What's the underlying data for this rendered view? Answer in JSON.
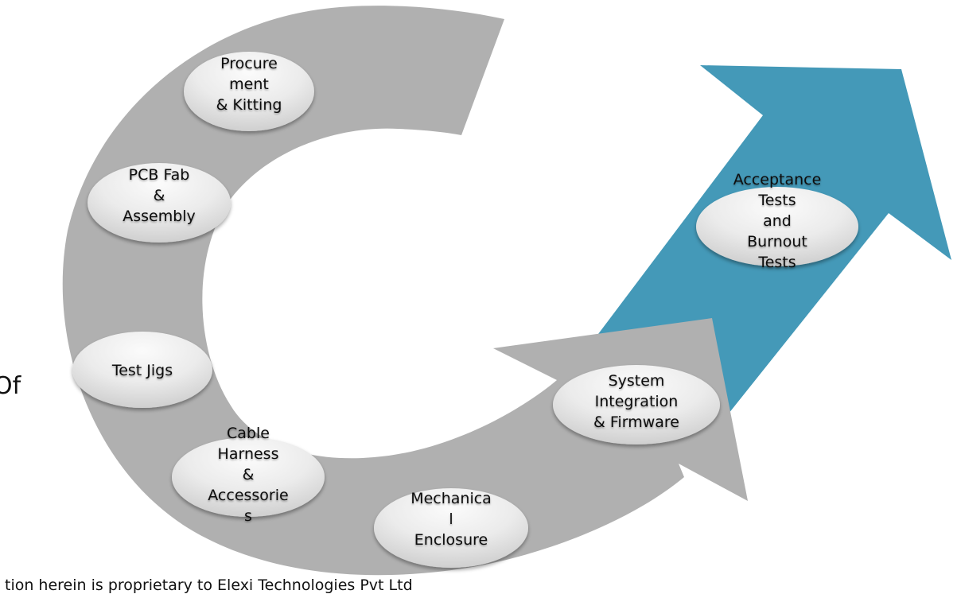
{
  "side_label": "Of",
  "footer": "tion herein is proprietary to Elexi Technologies Pvt Ltd",
  "colors": {
    "ring": "#b0b0b0",
    "growth_arrow": "#4499b8",
    "node_fill_light": "#f7f7f7",
    "node_fill_dark": "#d3d3d3",
    "text": "#111111"
  },
  "cycle_steps": [
    {
      "id": "procurement",
      "lines": [
        "Procure",
        "ment",
        "& Kitting"
      ]
    },
    {
      "id": "pcb",
      "lines": [
        "PCB Fab",
        "&",
        "Assembly"
      ]
    },
    {
      "id": "test-jigs",
      "lines": [
        "Test Jigs"
      ]
    },
    {
      "id": "cable-harness",
      "lines": [
        "Cable",
        "Harness",
        "&",
        "Accessorie",
        "s"
      ]
    },
    {
      "id": "mechanical",
      "lines": [
        "Mechanica",
        "l",
        "Enclosure"
      ]
    },
    {
      "id": "system-integration",
      "lines": [
        "System",
        "Integration",
        "& Firmware"
      ]
    }
  ],
  "final_step": {
    "id": "acceptance",
    "lines": [
      "Acceptance",
      "Tests",
      "and",
      "Burnout",
      "Tests"
    ]
  }
}
